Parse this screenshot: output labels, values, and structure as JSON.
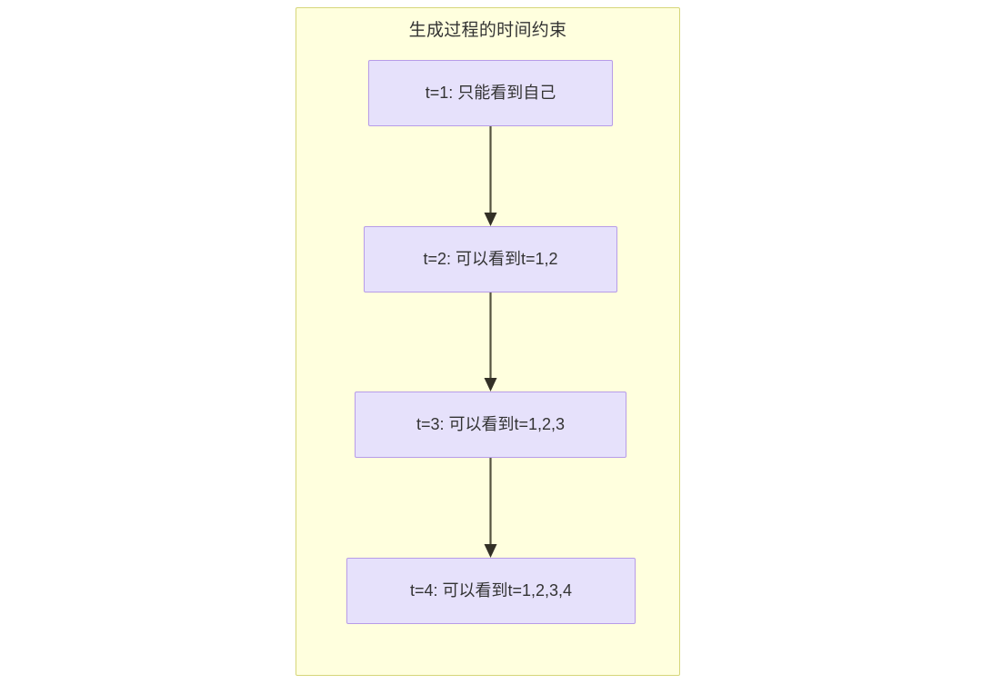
{
  "diagram": {
    "type": "flowchart",
    "direction": "top-to-bottom",
    "container": {
      "title": "生成过程的时间约束",
      "fill_color": "#ffffde",
      "border_color": "#d6d67a"
    },
    "node_style": {
      "fill_color": "#e6e1fb",
      "border_color": "#b79ce8",
      "text_color": "#333333"
    },
    "edge_style": {
      "line_color": "#555340",
      "arrow_color": "#333026"
    },
    "nodes": [
      {
        "id": "t1",
        "label": "t=1: 只能看到自己"
      },
      {
        "id": "t2",
        "label": "t=2: 可以看到t=1,2"
      },
      {
        "id": "t3",
        "label": "t=3: 可以看到t=1,2,3"
      },
      {
        "id": "t4",
        "label": "t=4: 可以看到t=1,2,3,4"
      }
    ],
    "edges": [
      {
        "from": "t1",
        "to": "t2",
        "label": ""
      },
      {
        "from": "t2",
        "to": "t3",
        "label": ""
      },
      {
        "from": "t3",
        "to": "t4",
        "label": ""
      }
    ]
  }
}
